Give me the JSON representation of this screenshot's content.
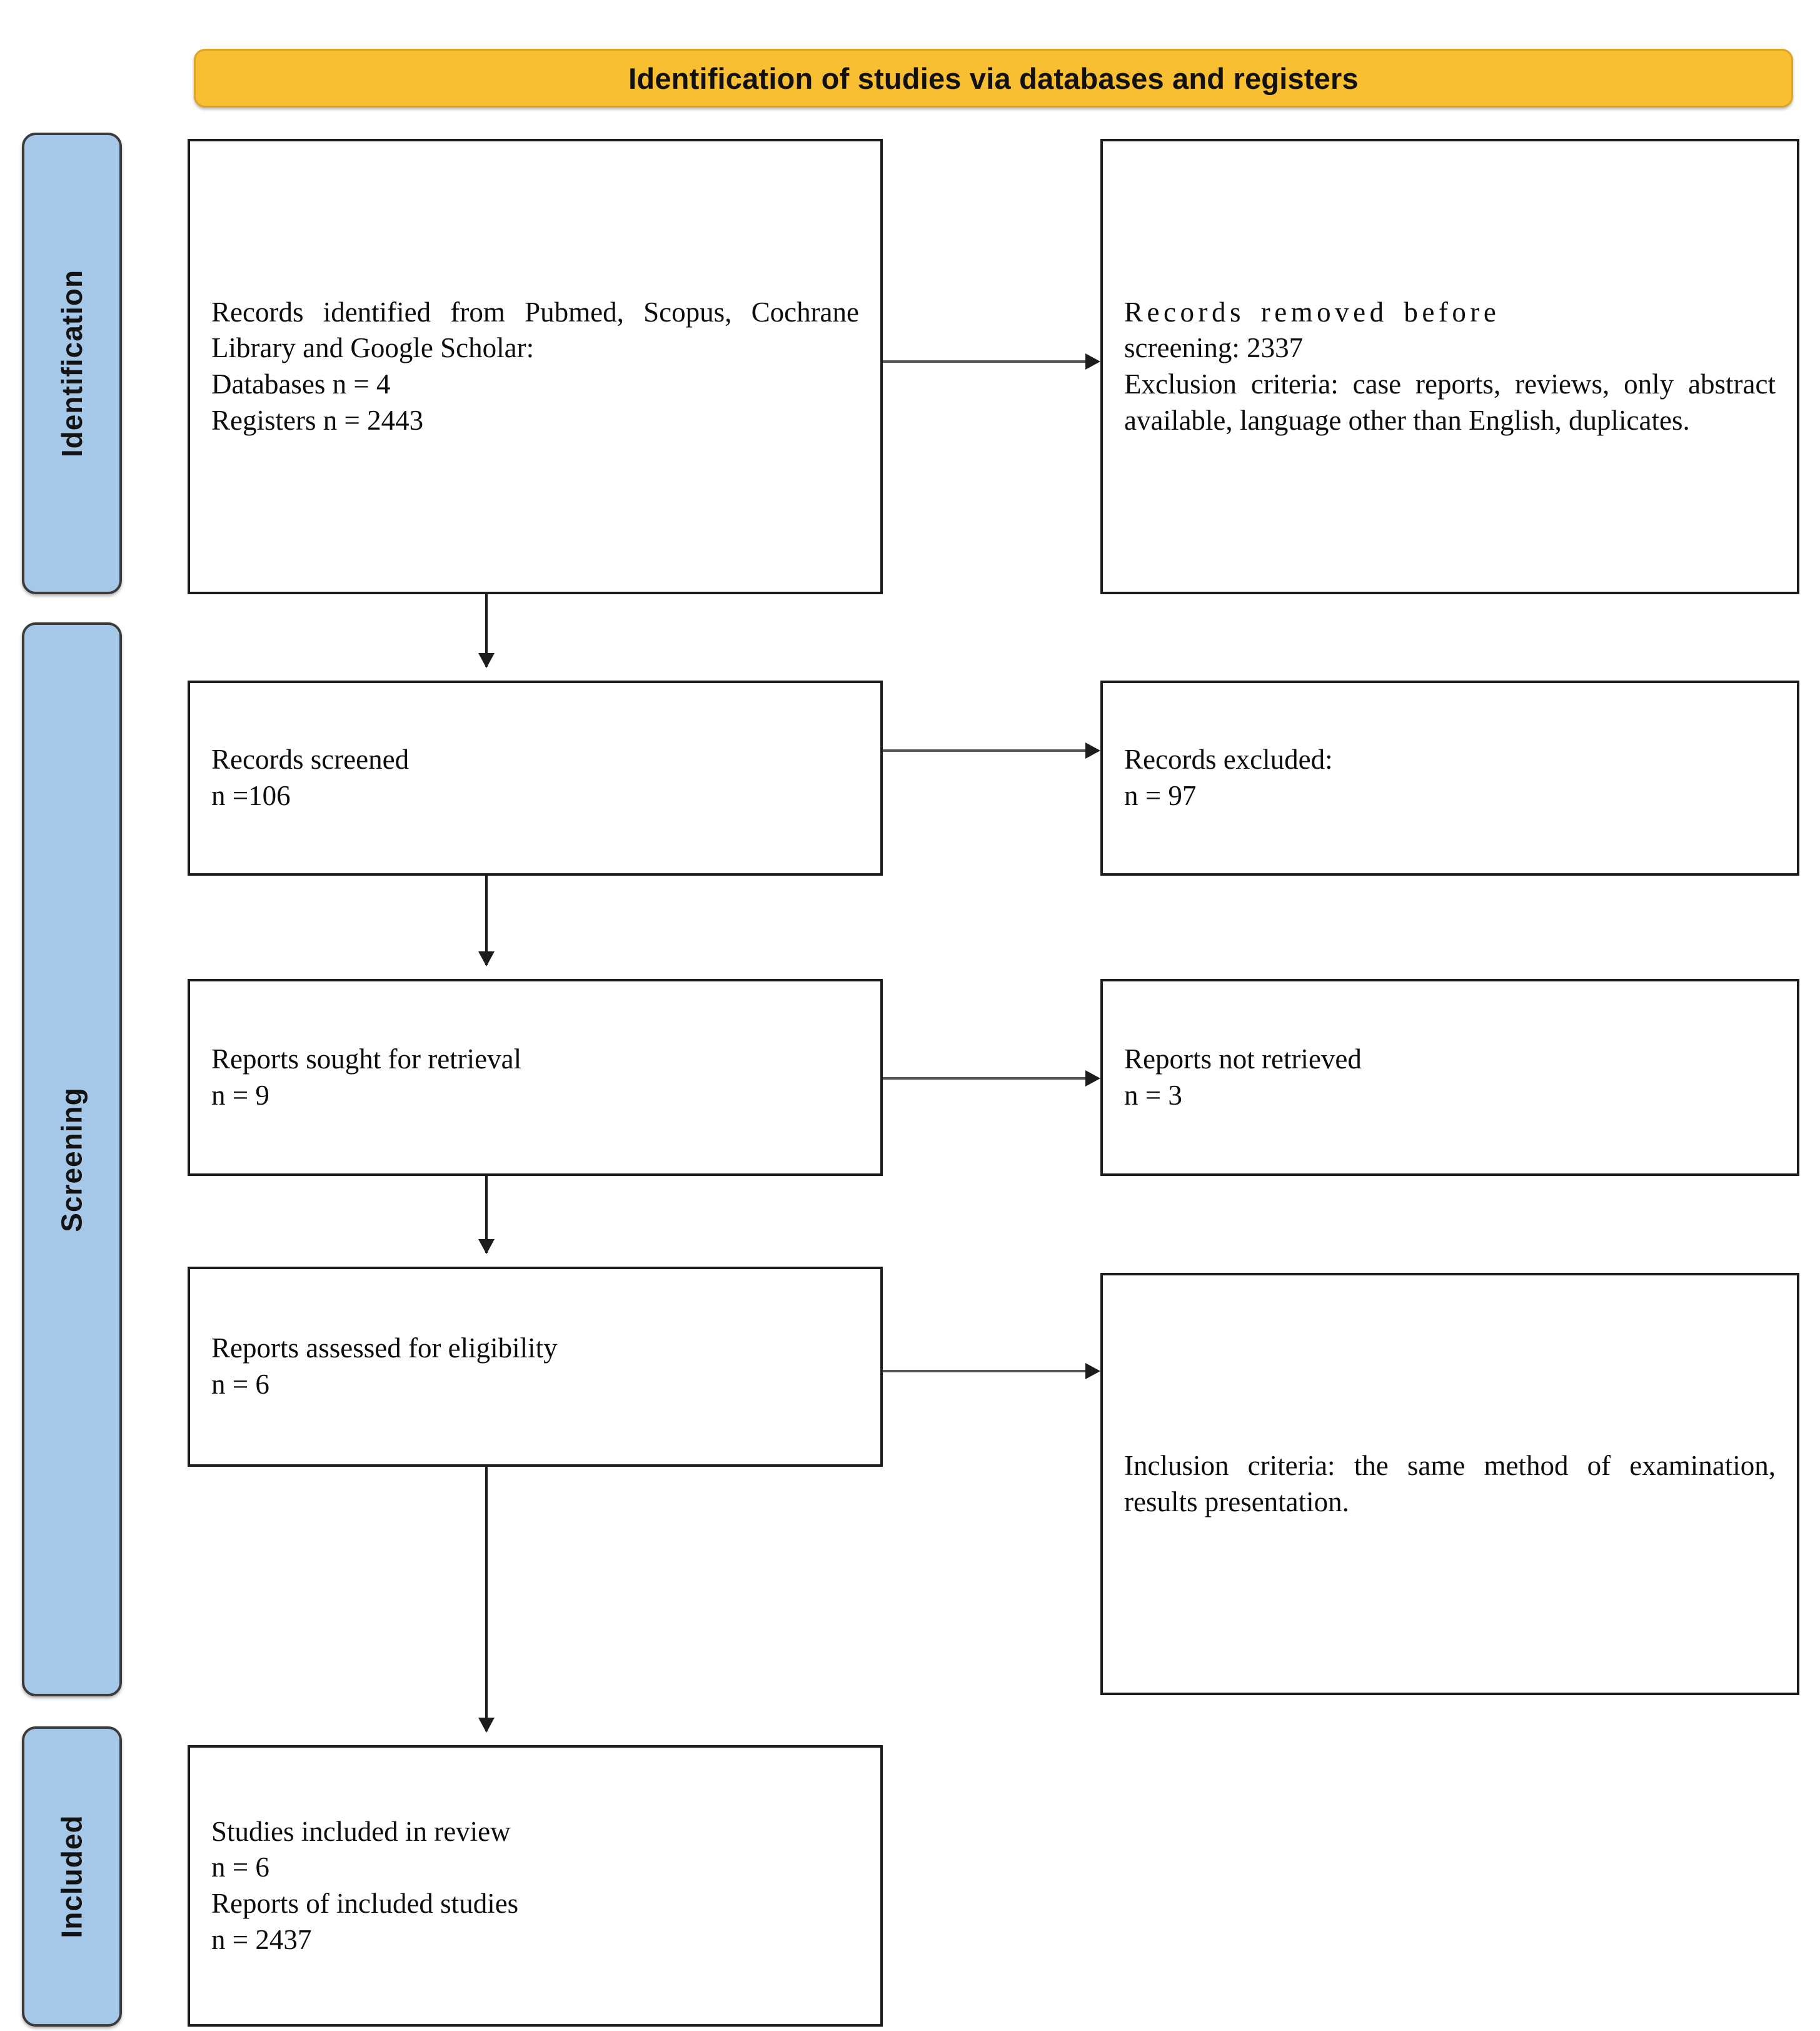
{
  "banner": {
    "title": "Identification of studies via databases and registers",
    "color": "#F9BF32"
  },
  "ribbons": {
    "color": "#A6C8E8",
    "items": [
      {
        "label": "Identification"
      },
      {
        "label": "Screening"
      },
      {
        "label": "Included"
      }
    ]
  },
  "boxes": {
    "identified": {
      "line1": "Records identified from Pubmed, Scopus, Cochrane Library and Google Scholar:",
      "line2": "Databases n = 4",
      "line3": "Registers n = 2443"
    },
    "removed": {
      "line1": "Records removed before",
      "line2": "screening: 2337",
      "line3": "Exclusion criteria: case reports, reviews, only abstract available, language other than English, duplicates."
    },
    "screened": {
      "line1": "Records screened",
      "line2": "n =106"
    },
    "excluded": {
      "line1": "Records excluded:",
      "line2": "n = 97"
    },
    "sought": {
      "line1": "Reports sought for retrieval",
      "line2": "n = 9"
    },
    "not_retrieved": {
      "line1": "Reports not retrieved",
      "line2": "n = 3"
    },
    "assessed": {
      "line1": "Reports assessed for eligibility",
      "line2": "n = 6"
    },
    "inclusion": {
      "line1": "Inclusion criteria: the same method of examination, results presentation."
    },
    "included": {
      "line1": "Studies included in review",
      "line2": "n = 6",
      "line3": "Reports of included studies",
      "line4": "n = 2437"
    }
  }
}
